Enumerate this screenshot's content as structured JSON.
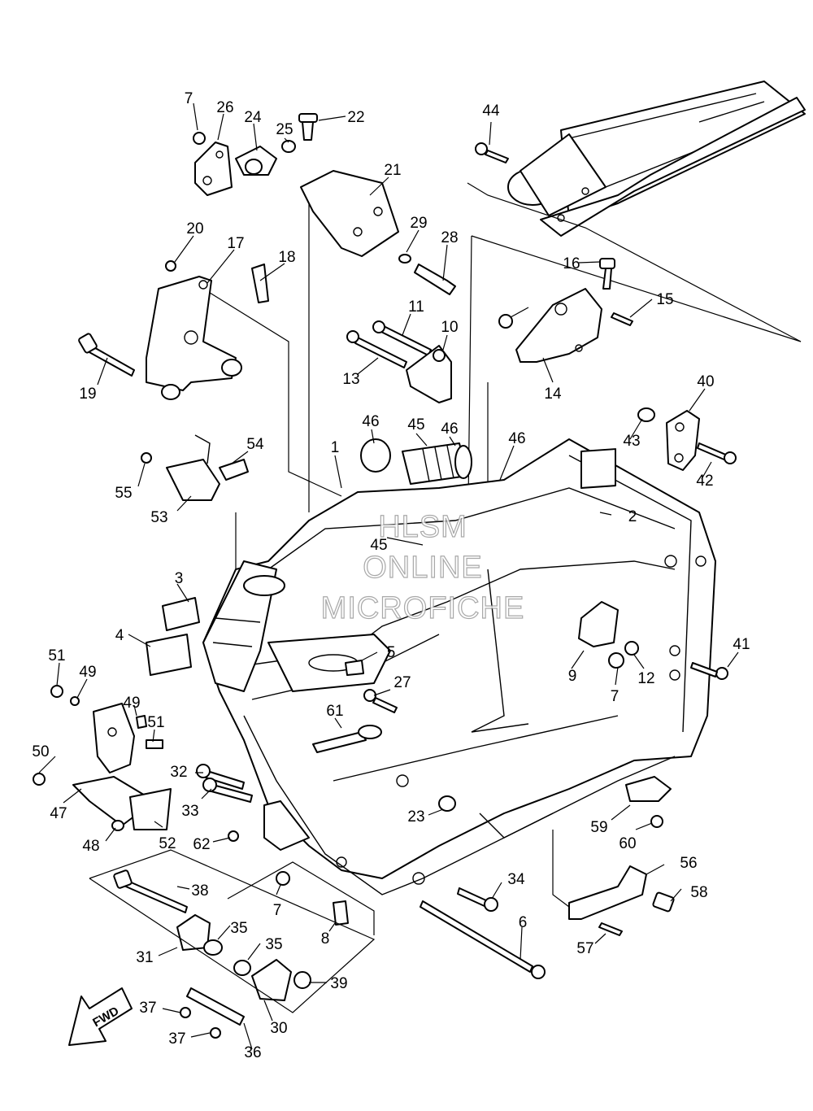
{
  "diagram": {
    "callouts": [
      "7",
      "26",
      "24",
      "25",
      "22",
      "21",
      "29",
      "28",
      "44",
      "20",
      "17",
      "18",
      "19",
      "16",
      "15",
      "11",
      "10",
      "13",
      "14",
      "40",
      "43",
      "42",
      "46",
      "45",
      "46",
      "1",
      "46",
      "54",
      "55",
      "53",
      "2",
      "3",
      "45",
      "4",
      "5",
      "51",
      "49",
      "41",
      "9",
      "12",
      "7",
      "27",
      "49",
      "51",
      "50",
      "47",
      "61",
      "32",
      "33",
      "48",
      "52",
      "62",
      "23",
      "59",
      "60",
      "38",
      "56",
      "58",
      "34",
      "7",
      "6",
      "8",
      "35",
      "35",
      "39",
      "31",
      "37",
      "37",
      "30",
      "36",
      "57"
    ],
    "watermark": [
      "HLSM",
      "ONLINE",
      "MICROFICHE"
    ],
    "fwd_label": "FWD"
  }
}
